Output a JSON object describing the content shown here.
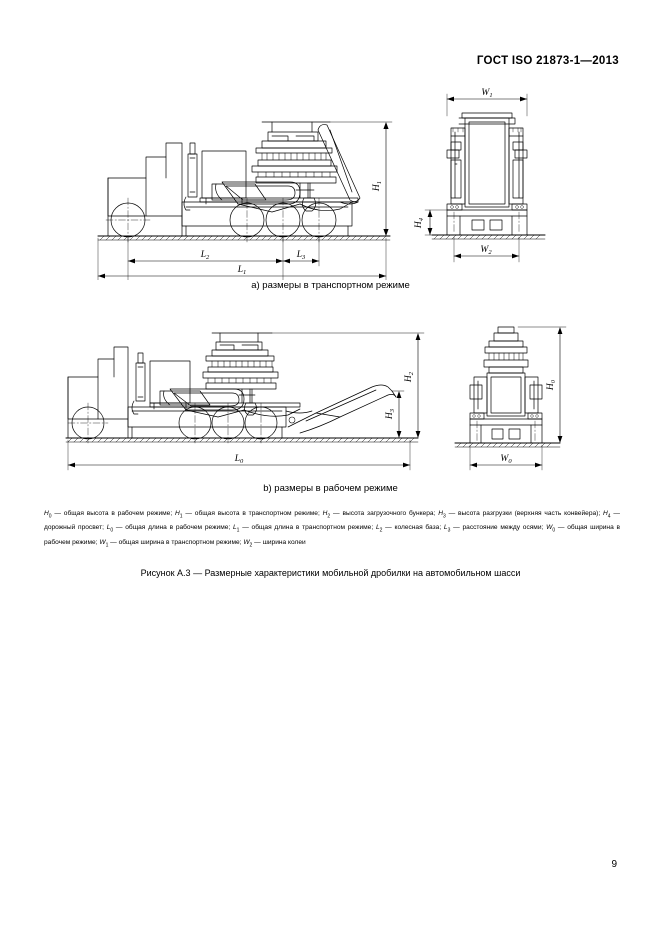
{
  "header": {
    "standard_number": "ГОСТ ISO 21873-1—2013"
  },
  "figure": {
    "number": "Рисунок  А.3",
    "caption": "Рисунок  А.3 — Размерные характеристики мобильной дробилки на автомобильном шасси",
    "subfigures": [
      {
        "key": "a",
        "caption": "a)  размеры в транспортном режиме"
      },
      {
        "key": "b",
        "caption": "b)  размеры в рабочем режиме"
      }
    ],
    "dimension_labels": {
      "H0": "H",
      "H0sub": "0",
      "H1": "H",
      "H1sub": "1",
      "H2": "H",
      "H2sub": "2",
      "H3": "H",
      "H3sub": "3",
      "H4": "H",
      "H4sub": "4",
      "L0": "L",
      "L0sub": "0",
      "L1": "L",
      "L1sub": "1",
      "L2": "L",
      "L2sub": "2",
      "L3": "L",
      "L3sub": "3",
      "W0": "W",
      "W0sub": "0",
      "W1": "W",
      "W1sub": "1",
      "W2": "W",
      "W2sub": "2"
    }
  },
  "legend": {
    "line1": "H0 — общая высота в рабочем режиме; H1 — общая высота в транспортном режиме; H2 — высота загрузочного бункера; H3 —",
    "line2": "высота разгрузки (верхняя часть конвейера); H4 — дорожный просвет; L0 — общая длина в рабочем режиме; L1 — общая длина в",
    "line3": "транспортном режиме; L2 — колесная база; L3 — расстояние между осями; W0 — общая ширина в рабочем режиме; W1 — общая",
    "line4": "ширина в транспортном режиме; W2 — ширина колеи",
    "entries": [
      {
        "symbol": "H",
        "sub": "0",
        "text": "общая высота в рабочем режиме"
      },
      {
        "symbol": "H",
        "sub": "1",
        "text": "общая высота в транспортном режиме"
      },
      {
        "symbol": "H",
        "sub": "2",
        "text": "высота загрузочного бункера"
      },
      {
        "symbol": "H",
        "sub": "3",
        "text": "высота разгрузки (верхняя часть конвейера)"
      },
      {
        "symbol": "H",
        "sub": "4",
        "text": "дорожный просвет"
      },
      {
        "symbol": "L",
        "sub": "0",
        "text": "общая длина в рабочем режиме"
      },
      {
        "symbol": "L",
        "sub": "1",
        "text": "общая длина в транспортном режиме"
      },
      {
        "symbol": "L",
        "sub": "2",
        "text": "колесная база"
      },
      {
        "symbol": "L",
        "sub": "3",
        "text": "расстояние между осями"
      },
      {
        "symbol": "W",
        "sub": "0",
        "text": "общая ширина в рабочем режиме"
      },
      {
        "symbol": "W",
        "sub": "1",
        "text": "общая ширина в транспортном режиме"
      },
      {
        "symbol": "W",
        "sub": "2",
        "text": "ширина колеи"
      }
    ]
  },
  "footer": {
    "page_number": "9"
  },
  "colors": {
    "ink": "#1a1a1a",
    "line": "#000000",
    "paper": "#ffffff"
  }
}
